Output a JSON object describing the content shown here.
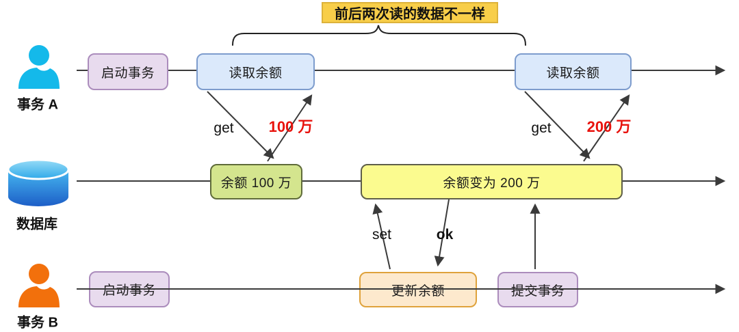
{
  "banner": {
    "text": "前后两次读的数据不一样"
  },
  "actors": {
    "transaction_a": {
      "label": "事务 A",
      "icon": "person-icon",
      "color": "#14b9ea"
    },
    "database": {
      "label": "数据库",
      "icon": "database-cylinder-icon",
      "color": "#2a8fe0"
    },
    "transaction_b": {
      "label": "事务 B",
      "icon": "person-icon",
      "color": "#f2700c"
    }
  },
  "boxes": {
    "start_a": {
      "label": "启动事务",
      "fill": "#e8dbee",
      "border": "#ab8cbc"
    },
    "read_1": {
      "label": "读取余额",
      "fill": "#dbe9fb",
      "border": "#7d9ccd"
    },
    "read_2": {
      "label": "读取余额",
      "fill": "#dbe9fb",
      "border": "#7d9ccd"
    },
    "balance_100": {
      "label": "余额 100 万",
      "fill": "#d4e58e",
      "border": "#5f6b3a"
    },
    "balance_200": {
      "label": "余额变为 200 万",
      "fill": "#fbfb8f",
      "border": "#5e5e49"
    },
    "start_b": {
      "label": "启动事务",
      "fill": "#e8dbee",
      "border": "#ab8cbc"
    },
    "update_b": {
      "label": "更新余额",
      "fill": "#fde9cd",
      "border": "#dfa23b"
    },
    "commit_b": {
      "label": "提交事务",
      "fill": "#e8dbee",
      "border": "#ab8cbc"
    }
  },
  "edge_labels": {
    "get_left": "get",
    "result_left": "100 万",
    "get_right": "get",
    "result_right": "200 万",
    "set": "set",
    "ok": "ok"
  },
  "colors": {
    "result_text": "#e8120c",
    "line": "#3a3a3a",
    "banner_fill": "#f8ce49"
  }
}
